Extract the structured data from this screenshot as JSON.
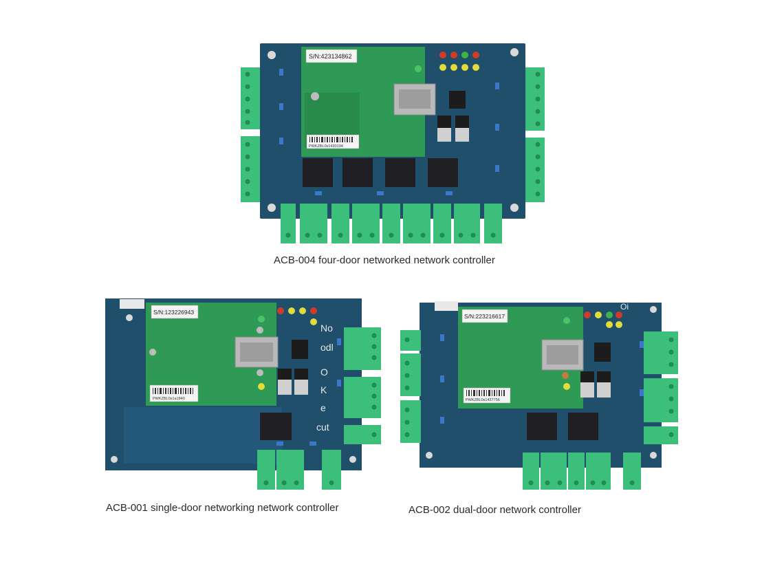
{
  "boards": [
    {
      "id": "acb-004",
      "serial_label": "S/N:423134862",
      "barcode_text": "PWKZBL0s1430194",
      "caption": "ACB-004 four-door networked network controller"
    },
    {
      "id": "acb-001",
      "serial_label": "S/N:123226943",
      "barcode_text": "PWKZBL0s1a1840",
      "caption": "ACB-001 single-door networking network controller",
      "silkscreen": [
        "No",
        "odl",
        "O",
        "K",
        "e",
        "cut"
      ]
    },
    {
      "id": "acb-002",
      "serial_label": "S/N:223216617",
      "barcode_text": "PWKZBL0s1437756",
      "caption": "ACB-002 dual-door network controller",
      "silkscreen": [
        "Oi"
      ]
    }
  ],
  "colors": {
    "board_blue": "#1f4f6b",
    "pcb_green": "#2f9a55",
    "terminal_green": "#3cbf7a",
    "label_white": "#f4f4f4"
  }
}
